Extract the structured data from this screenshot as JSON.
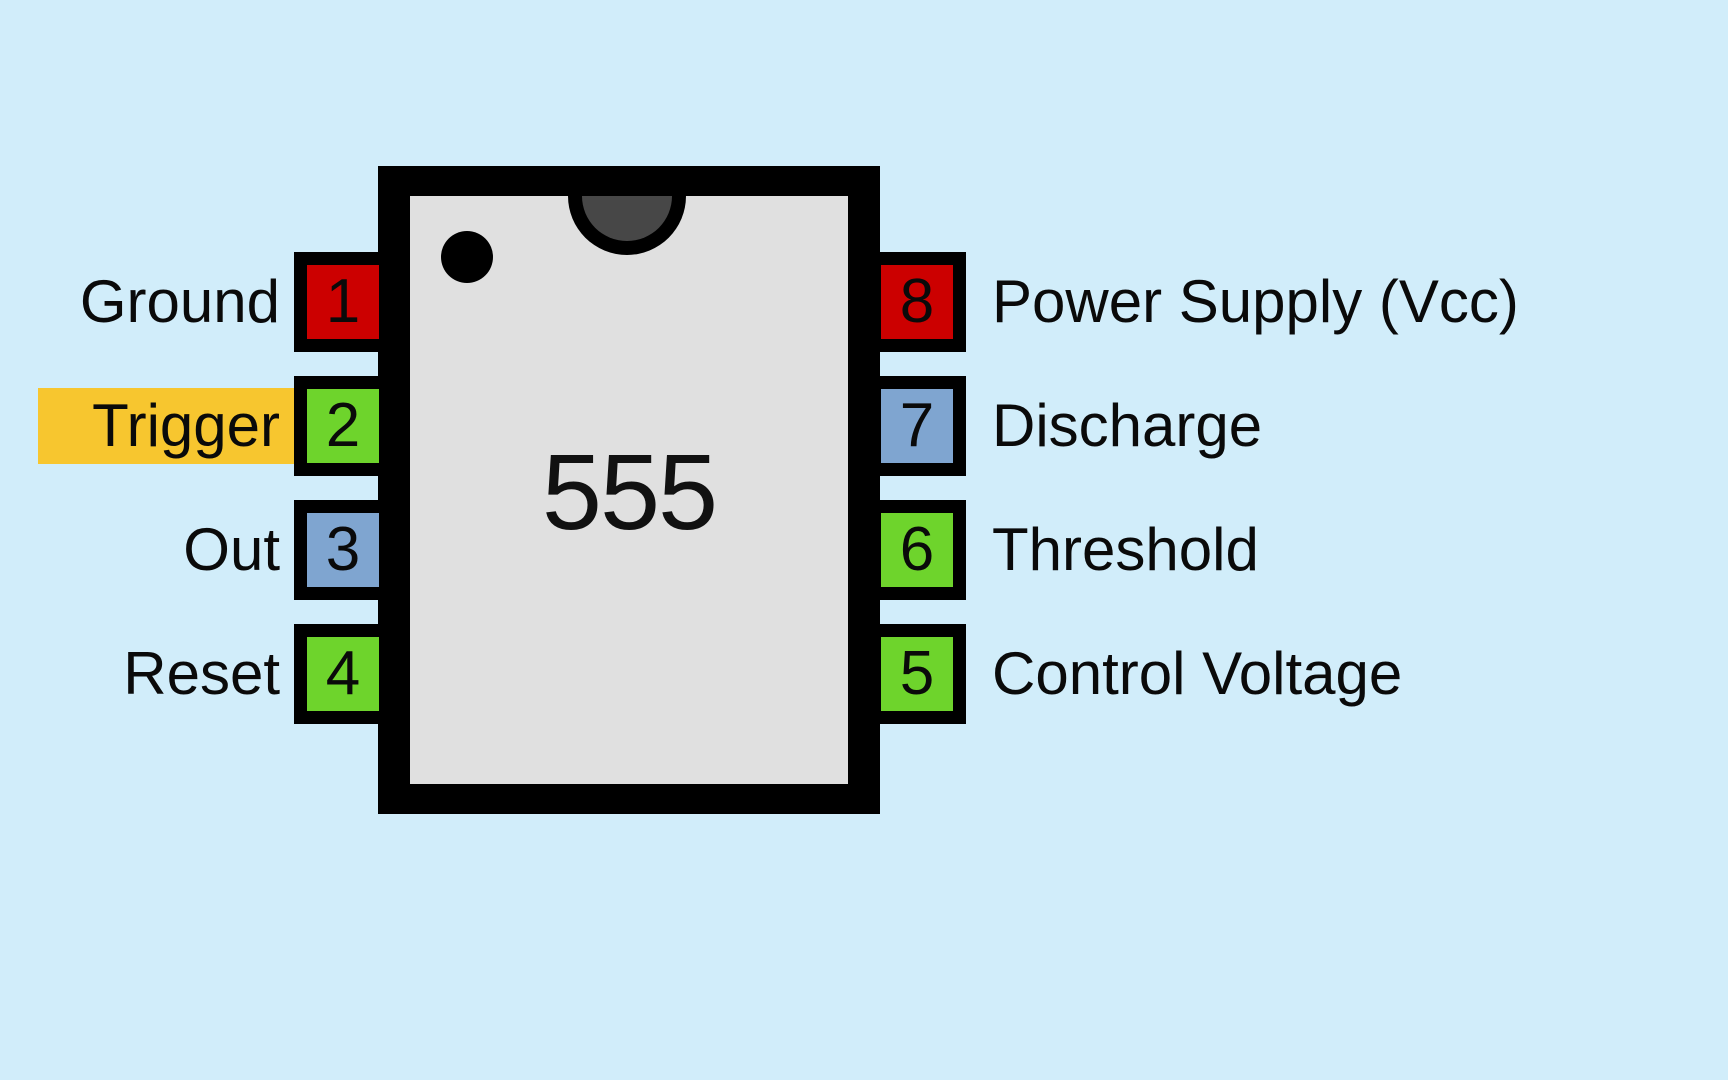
{
  "diagram": {
    "title": "555",
    "background_color": "#d1edfa",
    "chip_body_color": "#e0e0e0",
    "chip_outline_color": "#000000",
    "notch_color": "#474747",
    "highlight_color": "#f7c62f",
    "chip_label": "555"
  },
  "highlight": {
    "target_pin": "2",
    "target_label": "Trigger",
    "color": "#f7c62f"
  },
  "pins": {
    "left": [
      {
        "number": "1",
        "label": "Ground",
        "color": "#cc0000",
        "side": "left"
      },
      {
        "number": "2",
        "label": "Trigger",
        "color": "#6ed42c",
        "side": "left"
      },
      {
        "number": "3",
        "label": "Out",
        "color": "#7fa5d0",
        "side": "left"
      },
      {
        "number": "4",
        "label": "Reset",
        "color": "#6ed42c",
        "side": "left"
      }
    ],
    "right": [
      {
        "number": "8",
        "label": "Power Supply (Vcc)",
        "color": "#cc0000",
        "side": "right"
      },
      {
        "number": "7",
        "label": "Discharge",
        "color": "#7fa5d0",
        "side": "right"
      },
      {
        "number": "6",
        "label": "Threshold",
        "color": "#6ed42c",
        "side": "right"
      },
      {
        "number": "5",
        "label": "Control Voltage",
        "color": "#6ed42c",
        "side": "right"
      }
    ]
  },
  "markers": {
    "pin1_dot": "pin-one-orientation-dot",
    "notch": "package-notch"
  }
}
